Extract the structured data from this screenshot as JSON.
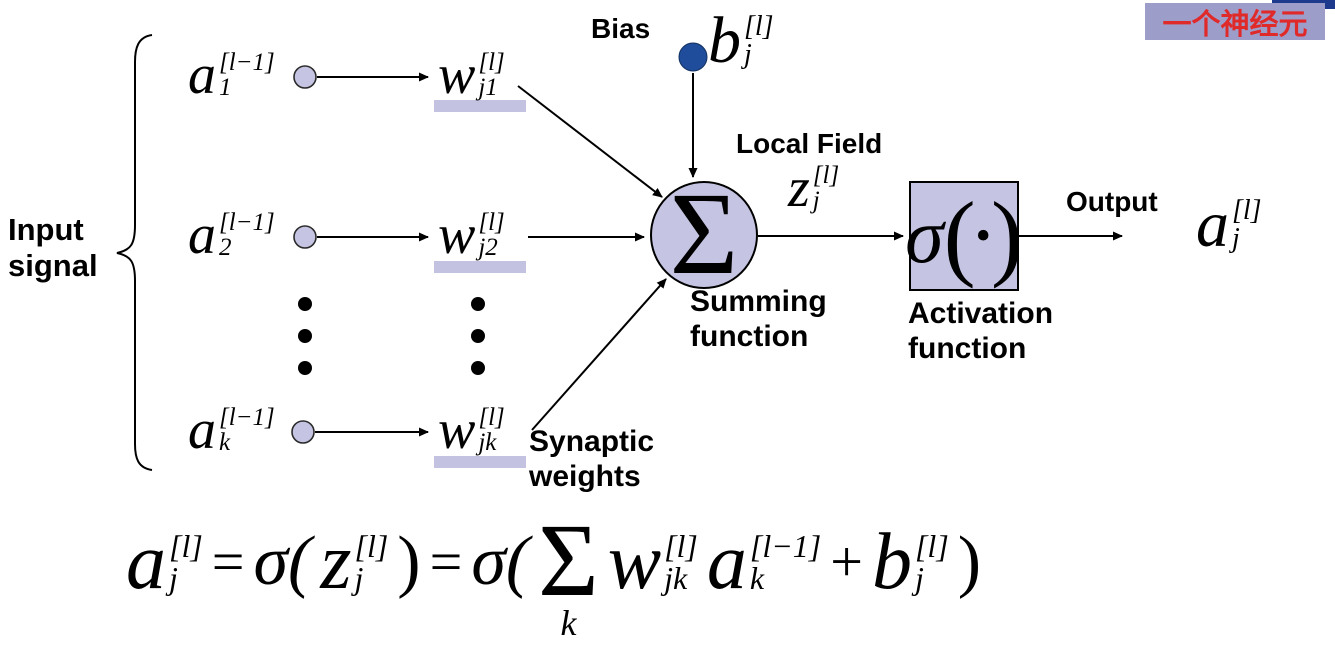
{
  "slide_marker": {
    "title": "一个神经元"
  },
  "labels": {
    "input_signal_line1": "Input",
    "input_signal_line2": "signal",
    "bias": "Bias",
    "local_field": "Local Field",
    "summing_line1": "Summing",
    "summing_line2": "function",
    "activation_line1": "Activation",
    "activation_line2": "function",
    "output": "Output",
    "synaptic_line1": "Synaptic",
    "synaptic_line2": "weights"
  },
  "nodes": {
    "sum_symbol": "Σ",
    "act_sigma": "σ",
    "act_lparen": "(",
    "act_bullet": "•",
    "act_rparen": ")"
  },
  "terms": {
    "input1": {
      "base": "a",
      "sup": "[l−1]",
      "sub": "1"
    },
    "input2": {
      "base": "a",
      "sup": "[l−1]",
      "sub": "2"
    },
    "inputk": {
      "base": "a",
      "sup": "[l−1]",
      "sub": "k"
    },
    "weight1": {
      "base": "w",
      "sup": "[l]",
      "sub": "j1"
    },
    "weight2": {
      "base": "w",
      "sup": "[l]",
      "sub": "j2"
    },
    "weightk": {
      "base": "w",
      "sup": "[l]",
      "sub": "jk"
    },
    "bias": {
      "base": "b",
      "sup": "[l]",
      "sub": "j"
    },
    "local_field": {
      "base": "z",
      "sup": "[l]",
      "sub": "j"
    },
    "output": {
      "base": "a",
      "sup": "[l]",
      "sub": "j"
    }
  },
  "formula": {
    "lhs": {
      "base": "a",
      "sup": "[l]",
      "sub": "j"
    },
    "eq1": "=",
    "sigma1": "σ(",
    "z": {
      "base": "z",
      "sup": "[l]",
      "sub": "j"
    },
    "rparen1": ")",
    "eq2": "=",
    "sigma2": "σ(",
    "sum_symbol": "Σ",
    "sum_index": "k",
    "w": {
      "base": "w",
      "sup": "[l]",
      "sub": "jk"
    },
    "a": {
      "base": "a",
      "sup": "[l−1]",
      "sub": "k"
    },
    "plus": "+",
    "b": {
      "base": "b",
      "sup": "[l]",
      "sub": "j"
    },
    "rparen2": ")"
  },
  "colors": {
    "node_fill": "#c5c5e3",
    "underline_highlight": "#c3c2e0",
    "bias_node": "#204d9b",
    "top_bar": "#1e3a8c",
    "marker_bg": "#9d9dca",
    "marker_text": "#e02a2a"
  }
}
